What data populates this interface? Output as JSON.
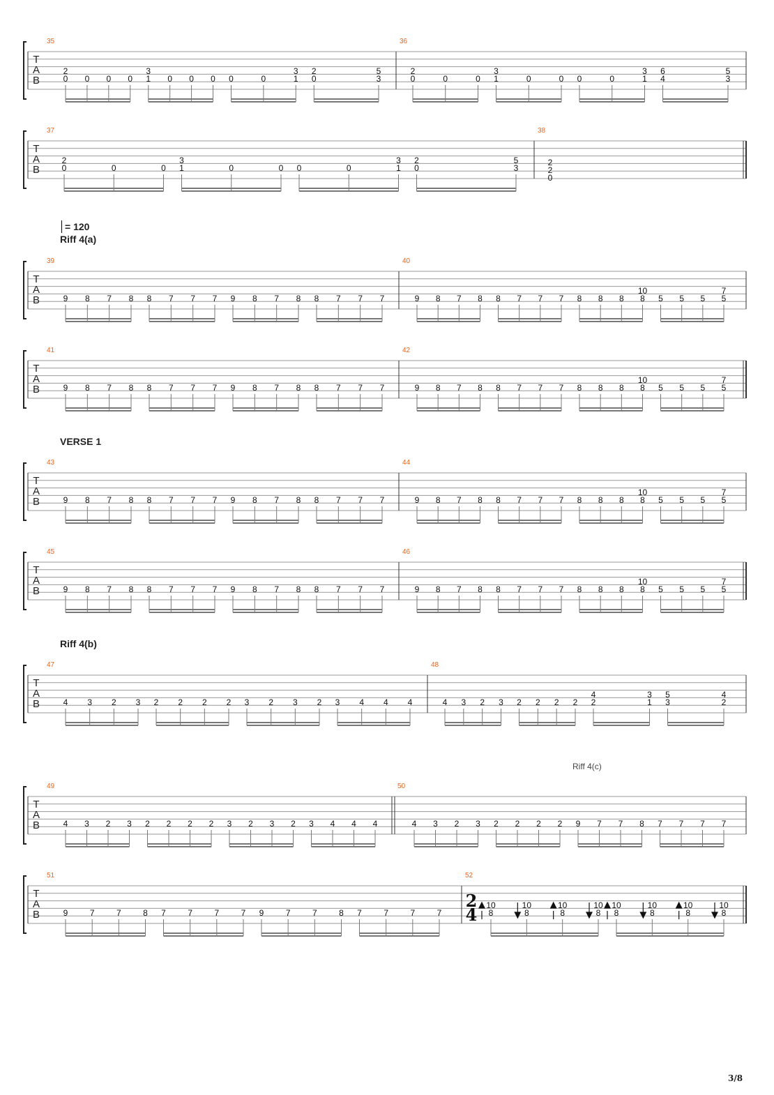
{
  "tab_labels": [
    "T",
    "A",
    "B"
  ],
  "tempo": {
    "value": "= 120"
  },
  "section_labels": {
    "riff_4a": "Riff 4(a)",
    "verse_1": "VERSE 1",
    "riff_4b": "Riff 4(b)",
    "riff_4c": "Riff 4(c)"
  },
  "time_signature": {
    "top": "2",
    "bottom": "4"
  },
  "page_number": "3/8",
  "colors": {
    "measure_number": "#e8651d",
    "staff_line": "#9a9a9a",
    "notes": "#111111",
    "beam": "#777777"
  },
  "systems": [
    {
      "measures": [
        {
          "number": "35",
          "groups": [
            [
              [
                "2",
                "0"
              ],
              [
                "0"
              ],
              [
                "0"
              ],
              [
                "0"
              ]
            ],
            [
              [
                "3",
                "1"
              ],
              [
                "0"
              ],
              [
                "0"
              ],
              [
                "0"
              ]
            ],
            [
              [
                "0"
              ],
              [
                "0"
              ],
              [
                "3",
                "1"
              ]
            ],
            [
              [
                "2",
                "0"
              ],
              [
                "5",
                "3"
              ]
            ]
          ]
        },
        {
          "number": "36",
          "groups": [
            [
              [
                "2",
                "0"
              ],
              [
                "0"
              ],
              [
                "0"
              ]
            ],
            [
              [
                "3",
                "1"
              ],
              [
                "0"
              ],
              [
                "0"
              ]
            ],
            [
              [
                "0"
              ],
              [
                "0"
              ],
              [
                "3",
                "1"
              ]
            ],
            [
              [
                "6",
                "4"
              ],
              [
                "5",
                "3"
              ]
            ]
          ]
        }
      ]
    },
    {
      "measures": [
        {
          "number": "37",
          "groups": [
            [
              [
                "2",
                "0"
              ],
              [
                "0"
              ],
              [
                "0"
              ]
            ],
            [
              [
                "3",
                "1"
              ],
              [
                "0"
              ],
              [
                "0"
              ]
            ],
            [
              [
                "0"
              ],
              [
                "0"
              ],
              [
                "3",
                "1"
              ]
            ],
            [
              [
                "2",
                "0"
              ],
              [
                "5",
                "3"
              ]
            ]
          ]
        },
        {
          "number": "38",
          "chord": [
            "2",
            "2",
            "0"
          ]
        }
      ]
    },
    {
      "measures": [
        {
          "number": "39",
          "groups": [
            [
              "9",
              "8",
              "7",
              "8"
            ],
            [
              "8",
              "7",
              "7",
              "7"
            ],
            [
              "9",
              "8",
              "7",
              "8"
            ],
            [
              "8",
              "7",
              "7",
              "7"
            ]
          ]
        },
        {
          "number": "40",
          "groups": [
            [
              "9",
              "8",
              "7",
              "8"
            ],
            [
              "8",
              "7",
              "7",
              "7"
            ],
            [
              "8",
              "8",
              "8",
              "10/8"
            ],
            [
              "5",
              "5",
              "5",
              "7/5"
            ]
          ]
        }
      ]
    },
    {
      "measures": [
        {
          "number": "41",
          "groups": [
            [
              "9",
              "8",
              "7",
              "8"
            ],
            [
              "8",
              "7",
              "7",
              "7"
            ],
            [
              "9",
              "8",
              "7",
              "8"
            ],
            [
              "8",
              "7",
              "7",
              "7"
            ]
          ]
        },
        {
          "number": "42",
          "groups": [
            [
              "9",
              "8",
              "7",
              "8"
            ],
            [
              "8",
              "7",
              "7",
              "7"
            ],
            [
              "8",
              "8",
              "8",
              "10/8"
            ],
            [
              "5",
              "5",
              "5",
              "7/5"
            ]
          ]
        }
      ]
    },
    {
      "measures": [
        {
          "number": "43",
          "groups": [
            [
              "9",
              "8",
              "7",
              "8"
            ],
            [
              "8",
              "7",
              "7",
              "7"
            ],
            [
              "9",
              "8",
              "7",
              "8"
            ],
            [
              "8",
              "7",
              "7",
              "7"
            ]
          ]
        },
        {
          "number": "44",
          "groups": [
            [
              "9",
              "8",
              "7",
              "8"
            ],
            [
              "8",
              "7",
              "7",
              "7"
            ],
            [
              "8",
              "8",
              "8",
              "10/8"
            ],
            [
              "5",
              "5",
              "5",
              "7/5"
            ]
          ]
        }
      ]
    },
    {
      "measures": [
        {
          "number": "45",
          "groups": [
            [
              "9",
              "8",
              "7",
              "8"
            ],
            [
              "8",
              "7",
              "7",
              "7"
            ],
            [
              "9",
              "8",
              "7",
              "8"
            ],
            [
              "8",
              "7",
              "7",
              "7"
            ]
          ]
        },
        {
          "number": "46",
          "groups": [
            [
              "9",
              "8",
              "7",
              "8"
            ],
            [
              "8",
              "7",
              "7",
              "7"
            ],
            [
              "8",
              "8",
              "8",
              "10/8"
            ],
            [
              "5",
              "5",
              "5",
              "7/5"
            ]
          ]
        }
      ]
    },
    {
      "measures": [
        {
          "number": "47",
          "groups": [
            [
              "4",
              "3",
              "2",
              "3"
            ],
            [
              "2",
              "2",
              "2",
              "2"
            ],
            [
              "3",
              "2",
              "3",
              "2"
            ],
            [
              "3",
              "4",
              "4",
              "4"
            ]
          ]
        },
        {
          "number": "48",
          "groups": [
            [
              "4",
              "3",
              "2",
              "3"
            ],
            [
              "2",
              "2",
              "2",
              "2"
            ],
            [
              "4/2",
              "3/1"
            ],
            [
              "5/3",
              "4/2"
            ]
          ]
        }
      ]
    },
    {
      "measures": [
        {
          "number": "49",
          "groups": [
            [
              "4",
              "3",
              "2",
              "3"
            ],
            [
              "2",
              "2",
              "2",
              "2"
            ],
            [
              "3",
              "2",
              "3",
              "2"
            ],
            [
              "3",
              "4",
              "4",
              "4"
            ]
          ]
        },
        {
          "number": "50",
          "groups": [
            [
              "4",
              "3",
              "2",
              "3"
            ],
            [
              "2",
              "2",
              "2",
              "2"
            ],
            [
              "9",
              "7",
              "7",
              "8"
            ],
            [
              "7",
              "7",
              "7",
              "7"
            ]
          ]
        }
      ]
    },
    {
      "measures": [
        {
          "number": "51",
          "groups": [
            [
              "9",
              "7",
              "7",
              "8"
            ],
            [
              "7",
              "7",
              "7",
              "7"
            ],
            [
              "9",
              "7",
              "7",
              "8"
            ],
            [
              "7",
              "7",
              "7",
              "7"
            ]
          ]
        },
        {
          "number": "52",
          "groups": [
            [
              "10/8",
              "10/8",
              "10/8",
              "10/8"
            ],
            [
              "10/8",
              "10/8",
              "10/8",
              "10/8"
            ]
          ]
        }
      ]
    }
  ]
}
